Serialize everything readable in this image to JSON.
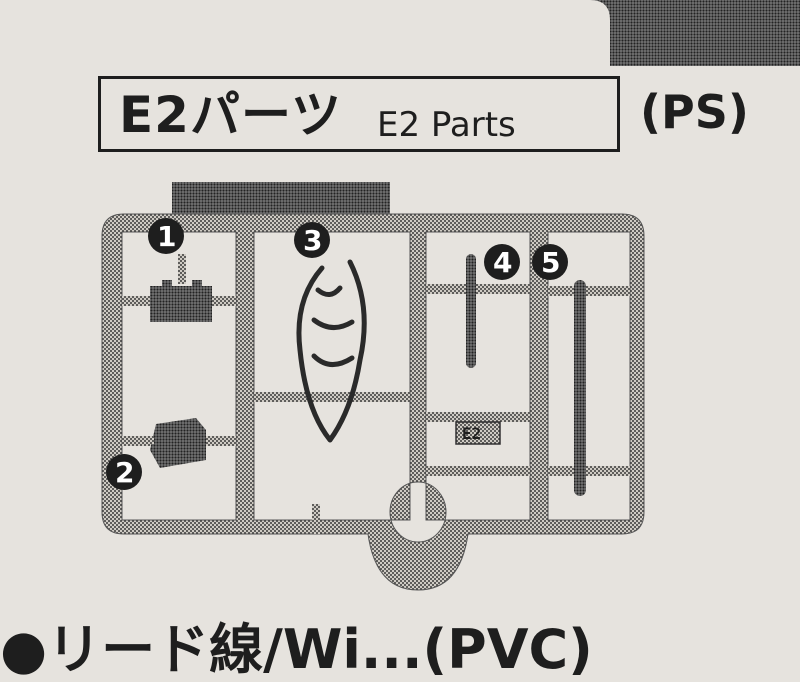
{
  "title": {
    "japanese": "E2パーツ",
    "english": "E2 Parts",
    "material": "(PS)"
  },
  "sprue": {
    "tag": "E2",
    "part_numbers": [
      "1",
      "2",
      "3",
      "4",
      "5"
    ]
  },
  "bottom_caption": "●リード線/Wi...(PVC)"
}
